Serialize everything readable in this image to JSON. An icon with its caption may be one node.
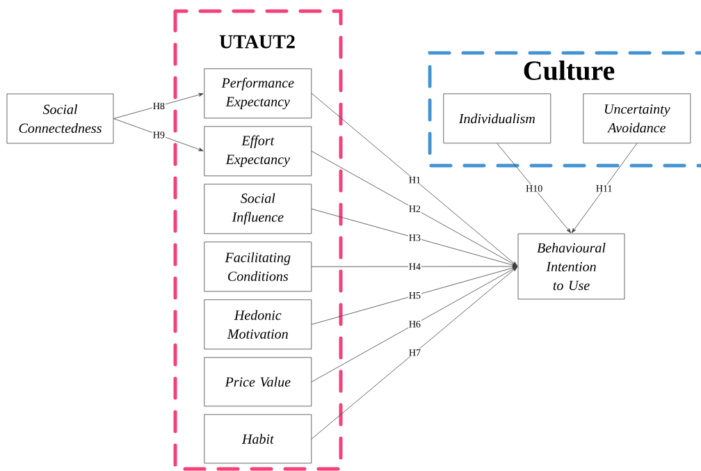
{
  "diagram": {
    "nodes": [
      {
        "text": [
          "Social Connectedness"
        ]
      },
      {
        "text": [
          "UTAUT2"
        ]
      },
      {
        "text": [
          "Performance Expectancy"
        ],
        "in": 1
      },
      {
        "text": [
          "Effort Expectancy"
        ],
        "in": 1
      },
      {
        "text": [
          "Social Influence"
        ],
        "in": 1
      },
      {
        "text": [
          "Facilitating Conditions"
        ],
        "in": 1
      },
      {
        "text": [
          "Hedonic Motivation"
        ],
        "in": 1
      },
      {
        "text": [
          "Price Value"
        ],
        "in": 1
      },
      {
        "text": [
          "Habit"
        ],
        "in": 1
      },
      {
        "text": [
          "Culture"
        ]
      },
      {
        "text": [
          "Individualism"
        ],
        "in": 9
      },
      {
        "text": [
          "Uncertainty Avoidance"
        ],
        "in": 9
      },
      {
        "text": [
          "Behavioural Intention to Use"
        ]
      }
    ],
    "edges": [
      {
        "from": 0,
        "to": 2,
        "arrow": "to",
        "label": "H8"
      },
      {
        "from": 0,
        "to": 3,
        "arrow": "to",
        "label": "H9"
      },
      {
        "from": 2,
        "to": 12,
        "arrow": "to",
        "label": "H1"
      },
      {
        "from": 3,
        "to": 12,
        "arrow": "to",
        "label": "H2"
      },
      {
        "from": 4,
        "to": 12,
        "arrow": "to",
        "label": "H3"
      },
      {
        "from": 5,
        "to": 12,
        "arrow": "to",
        "label": "H4"
      },
      {
        "from": 6,
        "to": 12,
        "arrow": "to",
        "label": "H5"
      },
      {
        "from": 7,
        "to": 12,
        "arrow": "to",
        "label": "H6"
      },
      {
        "from": 8,
        "to": 12,
        "arrow": "to",
        "label": "H7"
      },
      {
        "from": 10,
        "to": 12,
        "arrow": "to",
        "label": "H10"
      },
      {
        "from": 11,
        "to": 12,
        "arrow": "to",
        "label": "H11"
      }
    ]
  }
}
